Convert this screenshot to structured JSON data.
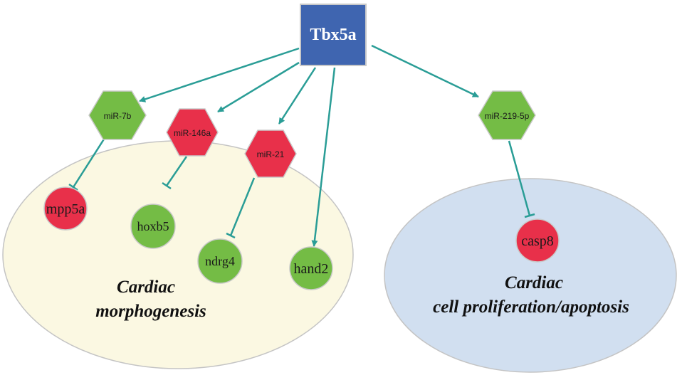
{
  "colors": {
    "tf_fill": "#3f65b0",
    "green": "#74bc45",
    "red": "#e8304a",
    "edge": "#2a9d96",
    "region_morpho": "#fbf8e2",
    "region_apop": "#d1dff0"
  },
  "tf": {
    "label": "Tbx5a"
  },
  "mirnas": {
    "mir7b": {
      "label": "miR-7b",
      "color": "green"
    },
    "mir146a": {
      "label": "miR-146a",
      "color": "red"
    },
    "mir21": {
      "label": "miR-21",
      "color": "red"
    },
    "mir219": {
      "label": "miR-219-5p",
      "color": "green"
    }
  },
  "genes": {
    "mpp5a": {
      "label": "mpp5a",
      "color": "red"
    },
    "hoxb5": {
      "label": "hoxb5",
      "color": "green"
    },
    "ndrg4": {
      "label": "ndrg4",
      "color": "green"
    },
    "hand2": {
      "label": "hand2",
      "color": "green"
    },
    "casp8": {
      "label": "casp8",
      "color": "red"
    }
  },
  "regions": {
    "morphogenesis": {
      "line1": "Cardiac",
      "line2": "morphogenesis"
    },
    "apoptosis": {
      "line1": "Cardiac",
      "line2": "cell proliferation/apoptosis"
    }
  },
  "edges": [
    {
      "from": "Tbx5a",
      "to": "miR-7b",
      "type": "activation"
    },
    {
      "from": "Tbx5a",
      "to": "miR-146a",
      "type": "activation"
    },
    {
      "from": "Tbx5a",
      "to": "miR-21",
      "type": "activation"
    },
    {
      "from": "Tbx5a",
      "to": "hand2",
      "type": "activation"
    },
    {
      "from": "Tbx5a",
      "to": "miR-219-5p",
      "type": "activation"
    },
    {
      "from": "miR-7b",
      "to": "mpp5a",
      "type": "inhibition"
    },
    {
      "from": "miR-146a",
      "to": "hoxb5",
      "type": "inhibition"
    },
    {
      "from": "miR-21",
      "to": "ndrg4",
      "type": "inhibition"
    },
    {
      "from": "miR-219-5p",
      "to": "casp8",
      "type": "inhibition"
    }
  ]
}
